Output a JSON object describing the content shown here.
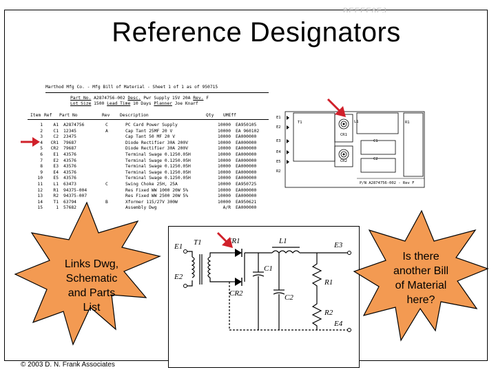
{
  "slide": {
    "title": "Reference Designators",
    "ghost_title": "BEEEE8EJ",
    "copyright": "© 2003 D. N. Frank Associates"
  },
  "bom": {
    "header": "Marthod Mfg Co. - Mfg Bill of Material - Sheet 1 of 1 as of 950715",
    "part_label": "Part No.",
    "part_no": "A2874756-002",
    "desc_label": "Desc.",
    "desc": "Pwr Supply 15V 20A",
    "rev_label": "Rev.",
    "rev": "F",
    "lot_label": "Lot Size",
    "lot": "1500",
    "lead_label": "Lead Time",
    "lead": "10 Days",
    "planner_label": "Planner",
    "planner": "Joe Knarf",
    "columns": [
      "Item",
      "Ref",
      "Part No",
      "Rev",
      "Description",
      "Qty",
      "UMEff"
    ],
    "rows": [
      [
        "1",
        "A1",
        "A2874756",
        "C",
        "PC Card Power Supply",
        "10000",
        "EA950105"
      ],
      [
        "2",
        "C1",
        "12345",
        "A",
        "Cap Tant 25MF 20 V",
        "10000",
        "EA 960102"
      ],
      [
        "3",
        "C2",
        "23475",
        "",
        "Cap Tant 50 MF 20 V",
        "10000",
        "EA000000"
      ],
      [
        "4",
        "CR1",
        "79687",
        "",
        "Diode Rectifier 30A 200V",
        "10000",
        "EA000000"
      ],
      [
        "5",
        "CR2",
        "79687",
        "",
        "Diode Rectifier 30A 200V",
        "10000",
        "EA000000"
      ],
      [
        "6",
        "E1",
        "43576",
        "",
        "Terminal Swage 0.1250.05H",
        "10000",
        "EA000000"
      ],
      [
        "7",
        "E2",
        "43576",
        "",
        "Terminal Swage 0.1250.05H",
        "10000",
        "EA000000"
      ],
      [
        "8",
        "E3",
        "43576",
        "",
        "Terminal Swage 0.1250.05H",
        "10000",
        "EA000000"
      ],
      [
        "9",
        "E4",
        "43576",
        "",
        "Terminal Swage 0.1250.05H",
        "10000",
        "EA000000"
      ],
      [
        "10",
        "E5",
        "43576",
        "",
        "Terminal Swage 0.1250.05H",
        "10000",
        "EA000000"
      ],
      [
        "11",
        "L1",
        "63473",
        "C",
        "Swing Choke 25H, 25A",
        "10000",
        "EA950725"
      ],
      [
        "12",
        "R1",
        "94375-004",
        "",
        "Res Fixed WW 1000 20W 5%",
        "10000",
        "EA000000"
      ],
      [
        "13",
        "R2",
        "94375-007",
        "",
        "Res Fixed WW 2500 20W 5%",
        "10000",
        "EA000000"
      ],
      [
        "14",
        "T1",
        "63794",
        "B",
        "Xformer 115/27V 300W",
        "10000",
        "EA950621"
      ],
      [
        "15",
        "1",
        "57682",
        "",
        "Assembly Dwg",
        "A/R",
        "EA000000"
      ]
    ]
  },
  "drawing": {
    "labels": {
      "e1": "E1",
      "e2": "E2",
      "e3": "E3",
      "e4": "E4",
      "e5": "E5",
      "t1": "T1",
      "l1": "L1",
      "r1": "R1",
      "c1": "C1",
      "c2": "C2",
      "cr1": "CR1",
      "cr2": "CR2",
      "r2": "R2"
    },
    "footer": "P/N A2874756-002 - Rev F"
  },
  "schematic": {
    "labels": {
      "e1": "E1",
      "e2": "E2",
      "t1": "T1",
      "cr1": "CR1",
      "cr2": "CR2",
      "l1": "L1",
      "c1": "C1",
      "r1": "R1",
      "r2": "R2",
      "c2": "C2",
      "e3": "E3",
      "e4": "E4"
    }
  },
  "callouts": {
    "left": [
      "Links Dwg,",
      "Schematic",
      "and Parts",
      "List"
    ],
    "right": [
      "Is there",
      "another Bill",
      "of Material",
      "here?"
    ]
  },
  "colors": {
    "star_fill": "#f39a52",
    "arrow": "#d0202a"
  }
}
